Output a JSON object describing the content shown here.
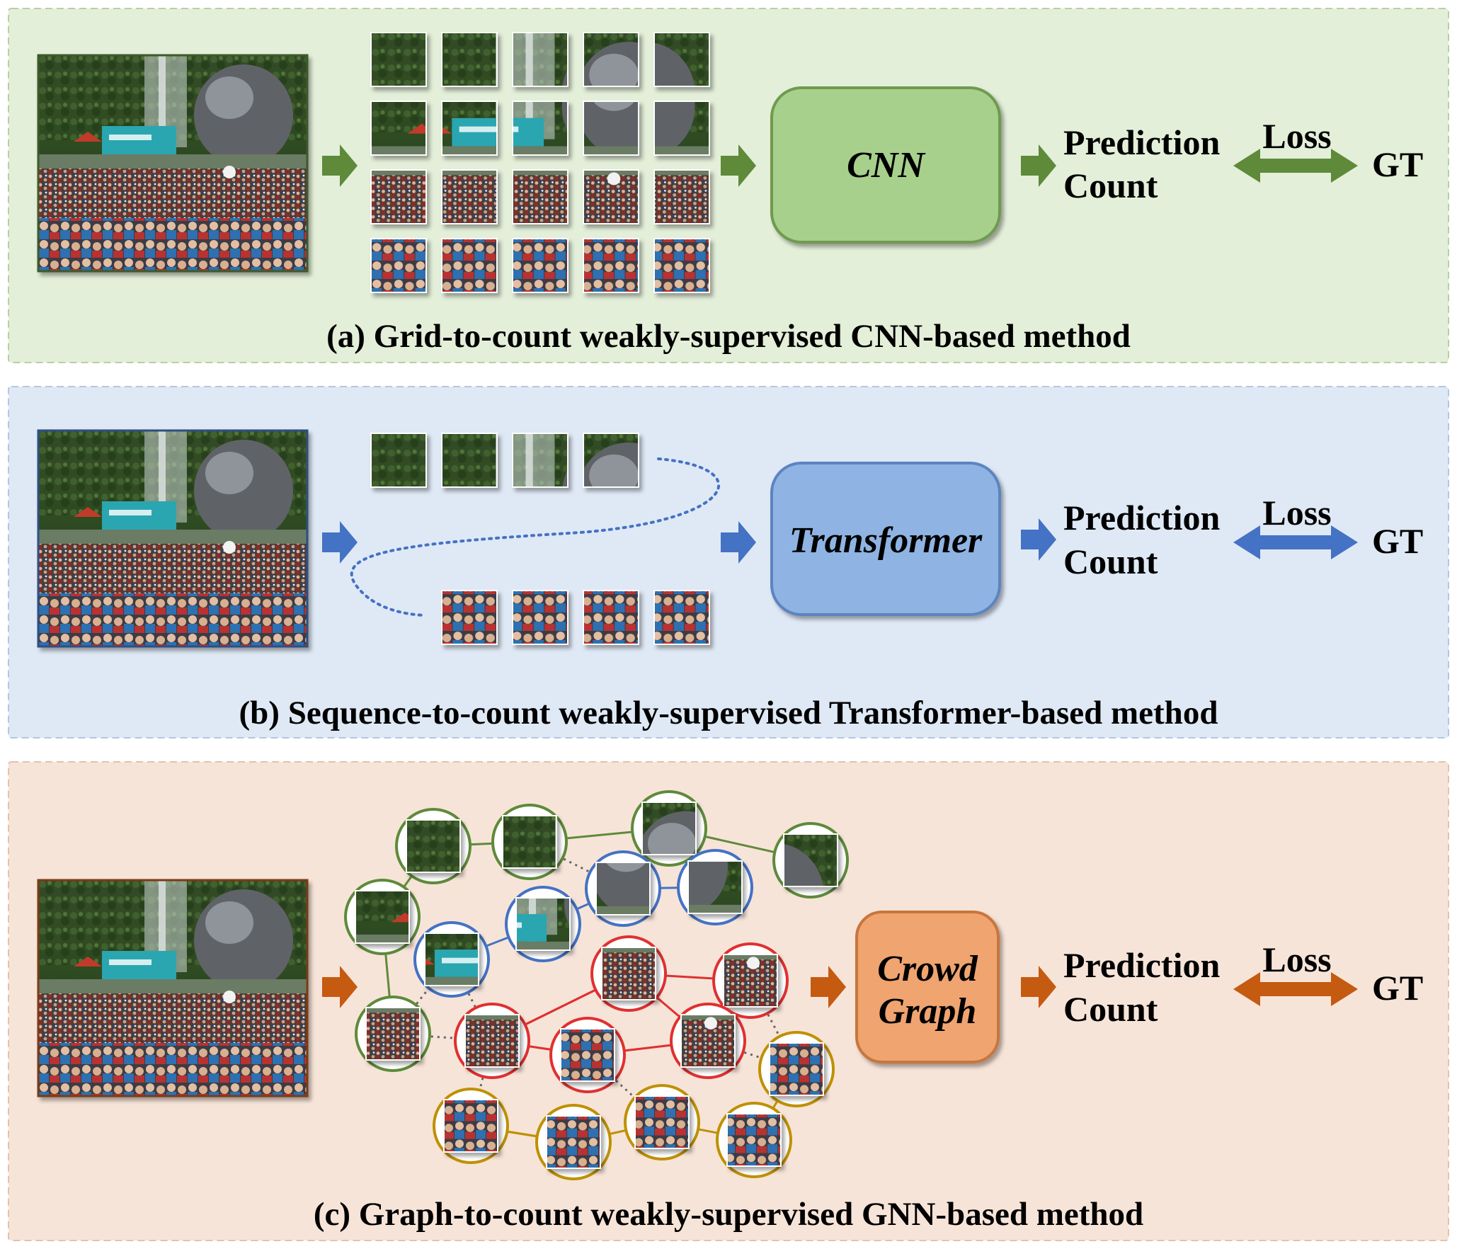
{
  "panels": [
    {
      "id": "a",
      "caption": "(a) Grid-to-count weakly-supervised CNN-based method",
      "model_label": [
        "CNN"
      ],
      "output_label": [
        "Prediction",
        "Count"
      ],
      "loss_label": "Loss",
      "target_label": "GT",
      "colors": {
        "background": "#e3efd9",
        "border": "#b9cfa6",
        "accent": "#5e8a3a",
        "model_fill": "#a8d08d",
        "model_stroke": "#6f9a4f"
      }
    },
    {
      "id": "b",
      "caption": "(b) Sequence-to-count weakly-supervised Transformer-based method",
      "model_label": [
        "Transformer"
      ],
      "output_label": [
        "Prediction",
        "Count"
      ],
      "loss_label": "Loss",
      "target_label": "GT",
      "colors": {
        "background": "#dfe9f5",
        "border": "#b4c7df",
        "accent": "#4472c4",
        "model_fill": "#8fb4e3",
        "model_stroke": "#5b84c0"
      }
    },
    {
      "id": "c",
      "caption": "(c) Graph-to-count weakly-supervised GNN-based method",
      "model_label": [
        "Crowd",
        "Graph"
      ],
      "output_label": [
        "Prediction",
        "Count"
      ],
      "loss_label": "Loss",
      "target_label": "GT",
      "colors": {
        "background": "#f7e4d8",
        "border": "#e3c2ad",
        "accent": "#c55a11",
        "model_fill": "#f0a46f",
        "model_stroke": "#c8763c"
      }
    }
  ],
  "graph_node_colors": {
    "green": "#5e8a3a",
    "blue": "#4472c4",
    "red": "#e03030",
    "gold": "#bf9000"
  }
}
